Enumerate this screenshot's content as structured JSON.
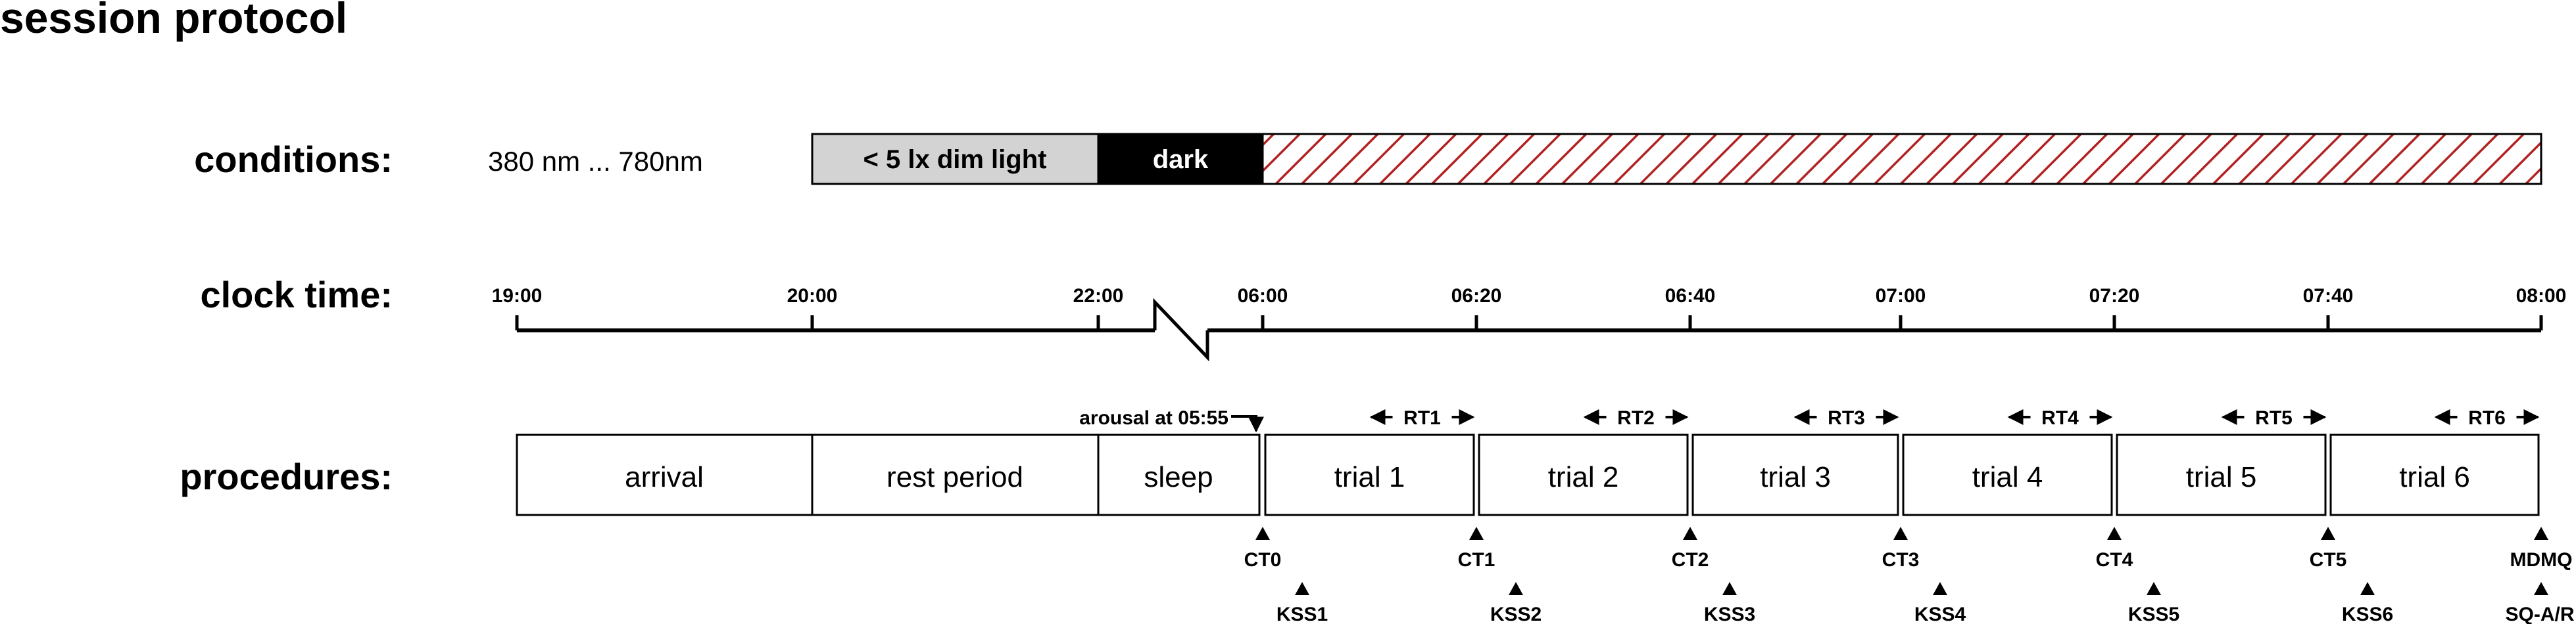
{
  "title": "session protocol",
  "labels": {
    "conditions": "conditions:",
    "clock_time": "clock time:",
    "procedures": "procedures:"
  },
  "conditions": {
    "spectrum": "380 nm ... 780nm",
    "dim_light": "< 5 lx dim light",
    "dark": "dark",
    "colors": {
      "dim": "#d3d3d3",
      "dark": "#000000",
      "hatch": "#b22222"
    }
  },
  "clock_ticks": [
    "19:00",
    "20:00",
    "22:00",
    "06:00",
    "06:20",
    "06:40",
    "07:00",
    "07:20",
    "07:40",
    "08:00"
  ],
  "procedures": {
    "arrival": "arrival",
    "rest": "rest period",
    "sleep": "sleep",
    "trials": [
      "trial 1",
      "trial 2",
      "trial 3",
      "trial 4",
      "trial 5",
      "trial 6"
    ]
  },
  "arousal": "arousal at 05:55",
  "rt_labels": [
    "RT1",
    "RT2",
    "RT3",
    "RT4",
    "RT5",
    "RT6"
  ],
  "ct_markers": [
    "CT0",
    "CT1",
    "CT2",
    "CT3",
    "CT4",
    "CT5",
    "MDMQ"
  ],
  "kss_markers": [
    "KSS1",
    "KSS2",
    "KSS3",
    "KSS4",
    "KSS5",
    "KSS6",
    "SQ-A/R"
  ]
}
